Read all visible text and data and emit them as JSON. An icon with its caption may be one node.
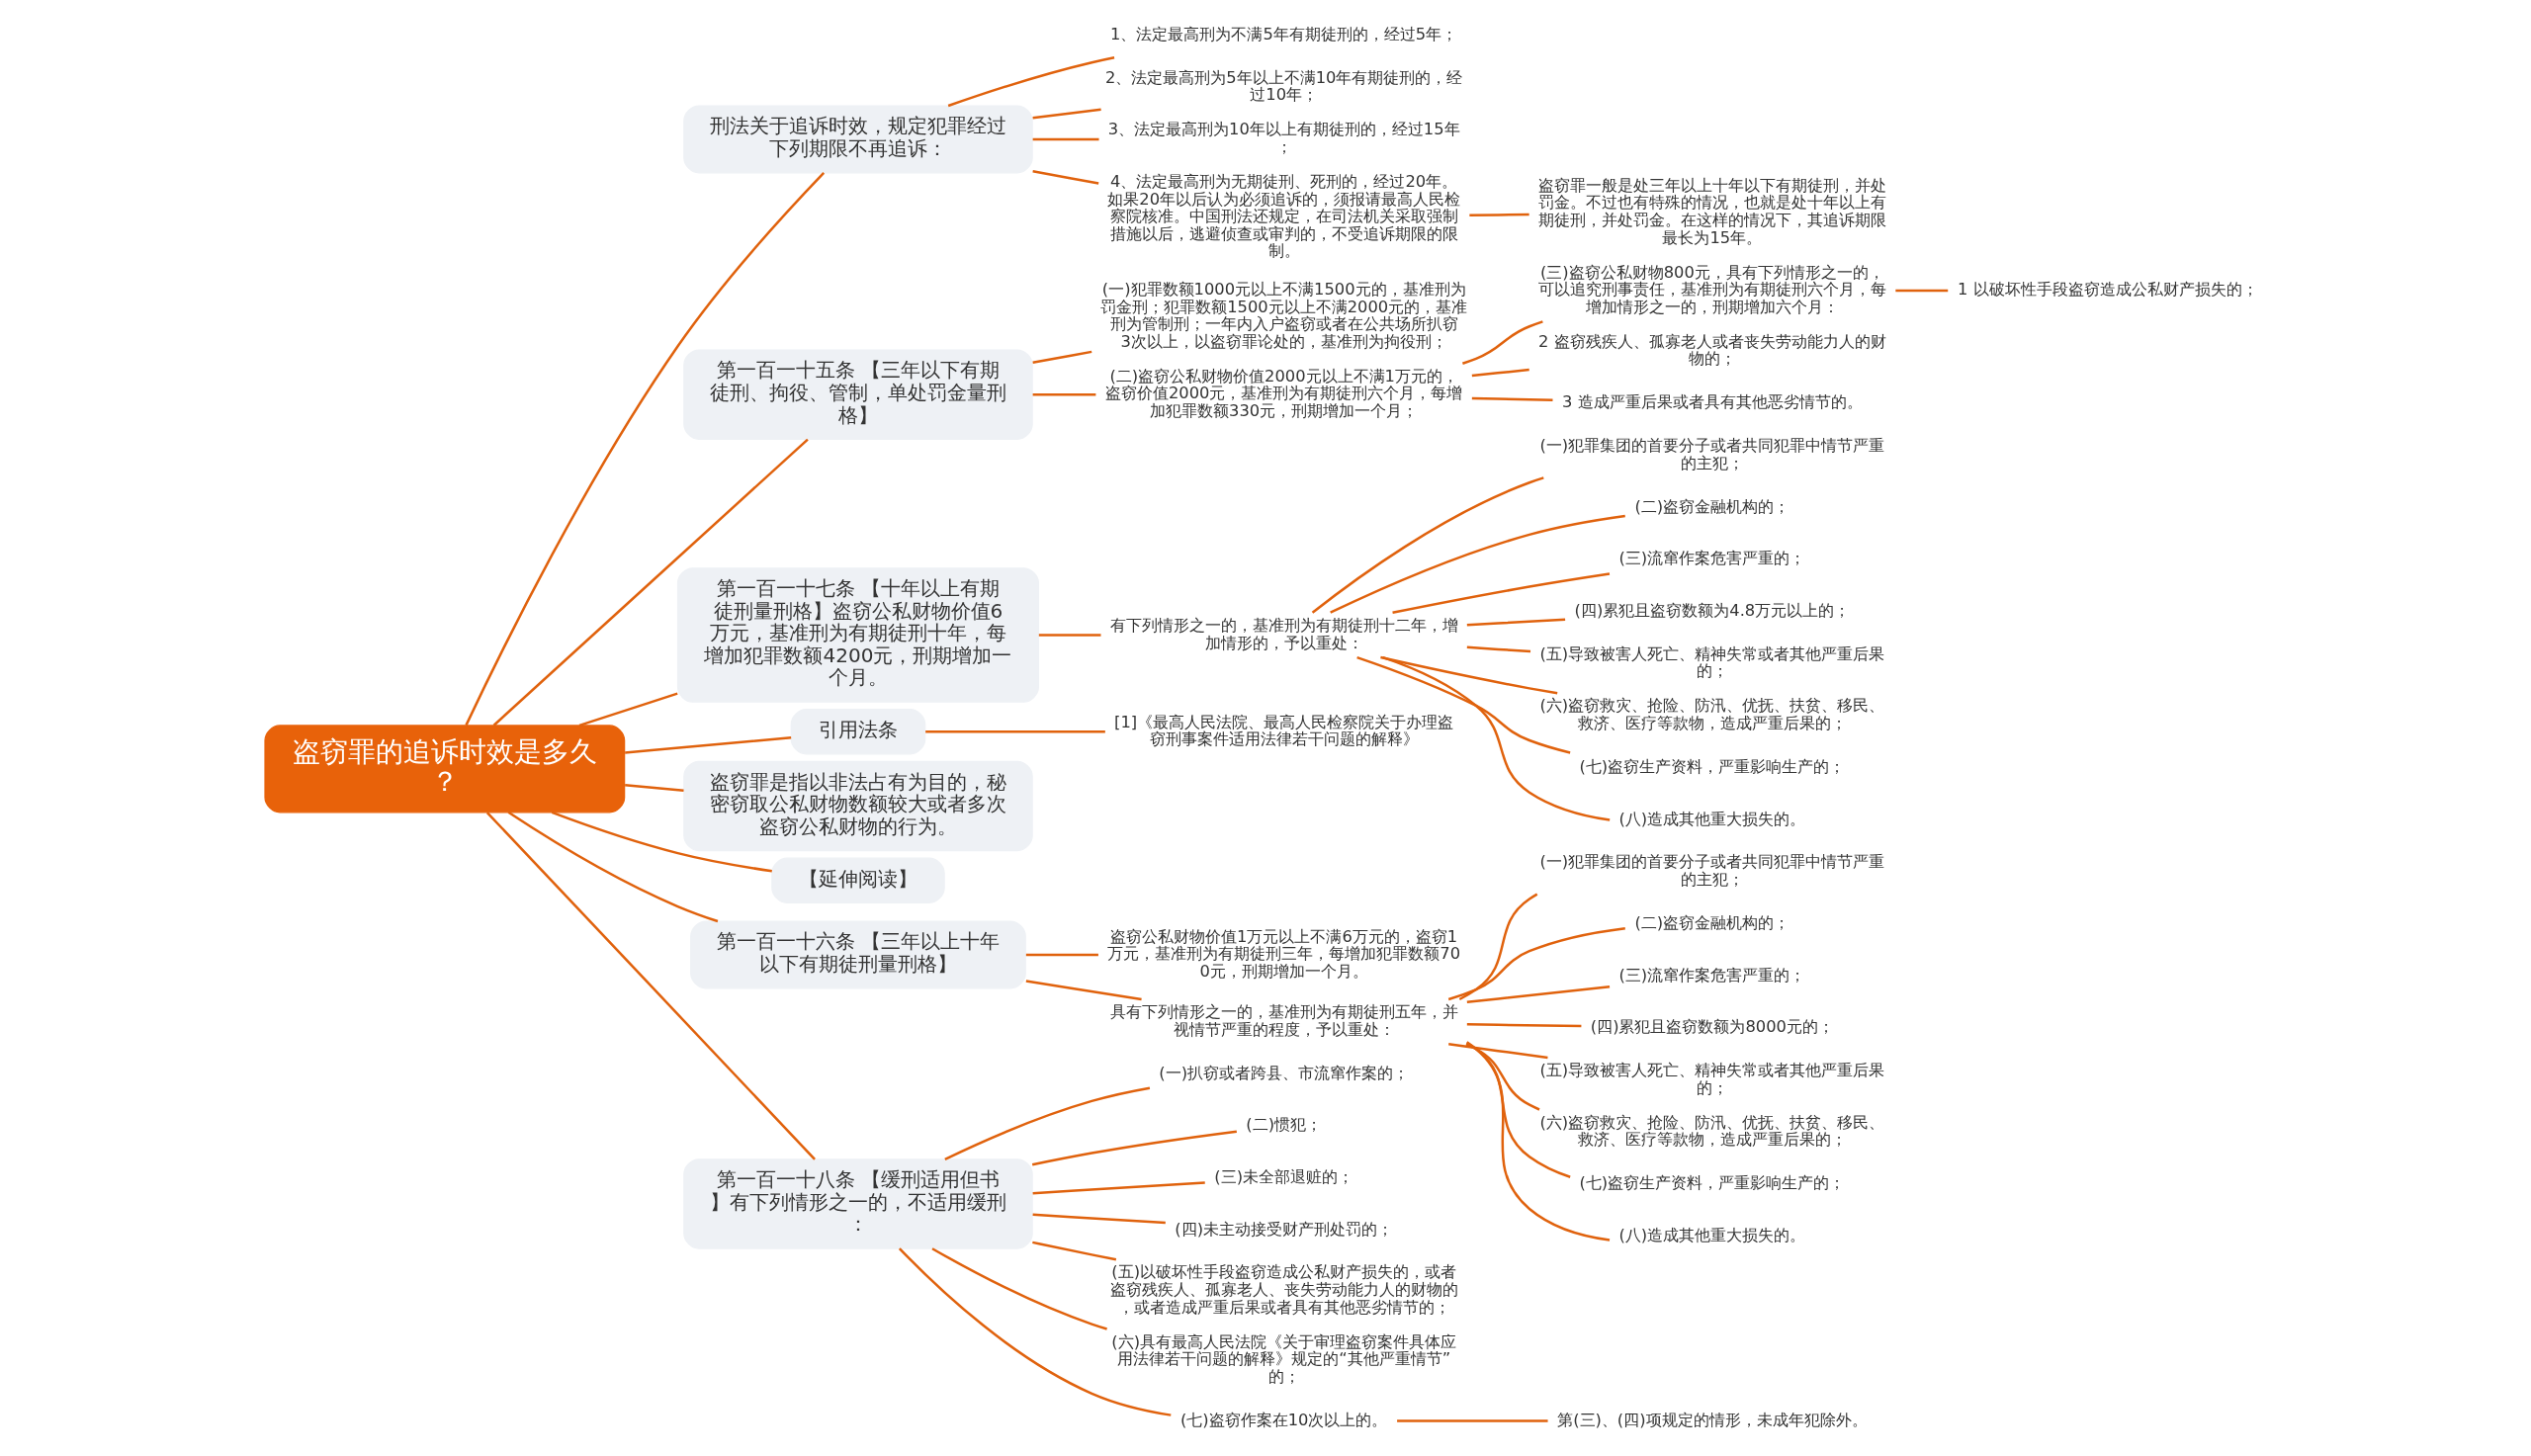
{
  "diagram": {
    "nodes": [
      {
        "text": [
          "盗窃罪的追诉时效是多久？"
        ]
      },
      {
        "text": [
          "刑法关于追诉时效，规定犯罪经过下列期限不再追诉："
        ]
      },
      {
        "text": [
          "1、法定最高刑为不满5年有期徒刑的，经过5年；"
        ]
      },
      {
        "text": [
          "2、法定最高刑为5年以上不满10年有期徒刑的，经过10年；"
        ]
      },
      {
        "text": [
          "3、法定最高刑为10年以上有期徒刑的，经过15年；"
        ]
      },
      {
        "text": [
          "4、法定最高刑为无期徒刑、死刑的，经过20年。如果20年以后认为必须追诉的，须报请最高人民检察院核准。中国刑法还规定，在司法机关采取强制措施以后，逃避侦查或审判的，不受追诉期限的限制。"
        ]
      },
      {
        "text": [
          "盗窃罪一般是处三年以上十年以下有期徒刑，并处罚金。不过也有特殊的情况，也就是处十年以上有期徒刑，并处罚金。在这样的情况下，其追诉期限最长为15年。"
        ]
      },
      {
        "text": [
          "第一百一十五条 【三年以下有期徒刑、拘役、管制，单处罚金量刑格】"
        ]
      },
      {
        "text": [
          "(一)犯罪数额1000元以上不满1500元的，基准刑为罚金刑；犯罪数额1500元以上不满2000元的，基准刑为管制刑；一年内入户盗窃或者在公共场所扒窃3次以上，以盗窃罪论处的，基准刑为拘役刑；"
        ]
      },
      {
        "text": [
          "(二)盗窃公私财物价值2000元以上不满1万元的，盗窃价值2000元，基准刑为有期徒刑六个月，每增加犯罪数额330元，刑期增加一个月；"
        ]
      },
      {
        "text": [
          "(三)盗窃公私财物800元，具有下列情形之一的，可以追究刑事责任，基准刑为有期徒刑六个月，每增加情形之一的，刑期增加六个月："
        ]
      },
      {
        "text": [
          "1 以破坏性手段盗窃造成公私财产损失的；"
        ]
      },
      {
        "text": [
          "2 盗窃残疾人、孤寡老人或者丧失劳动能力人的财物的；"
        ]
      },
      {
        "text": [
          "3 造成严重后果或者具有其他恶劣情节的。"
        ]
      },
      {
        "text": [
          "第一百一十七条 【十年以上有期徒刑量刑格】盗窃公私财物价值6万元，基准刑为有期徒刑十年，每增加犯罪数额4200元，刑期增加一个月。"
        ]
      },
      {
        "text": [
          "有下列情形之一的，基准刑为有期徒刑十二年，增加情形的，予以重处："
        ]
      },
      {
        "text": [
          "(一)犯罪集团的首要分子或者共同犯罪中情节严重的主犯；"
        ]
      },
      {
        "text": [
          "(二)盗窃金融机构的；"
        ]
      },
      {
        "text": [
          "(三)流窜作案危害严重的；"
        ]
      },
      {
        "text": [
          "(四)累犯且盗窃数额为4.8万元以上的；"
        ]
      },
      {
        "text": [
          "(五)导致被害人死亡、精神失常或者其他严重后果的；"
        ]
      },
      {
        "text": [
          "(六)盗窃救灾、抢险、防汛、优抚、扶贫、移民、救济、医疗等款物，造成严重后果的；"
        ]
      },
      {
        "text": [
          "(七)盗窃生产资料，严重影响生产的；"
        ]
      },
      {
        "text": [
          "(八)造成其他重大损失的。"
        ]
      },
      {
        "text": [
          "引用法条"
        ]
      },
      {
        "text": [
          "[1]《最高人民法院、最高人民检察院关于办理盗窃刑事案件适用法律若干问题的解释》"
        ]
      },
      {
        "text": [
          "盗窃罪是指以非法占有为目的，秘密窃取公私财物数额较大或者多次盗窃公私财物的行为。"
        ]
      },
      {
        "text": [
          "【延伸阅读】"
        ]
      },
      {
        "text": [
          "第一百一十六条 【三年以上十年以下有期徒刑量刑格】"
        ]
      },
      {
        "text": [
          "盗窃公私财物价值1万元以上不满6万元的，盗窃1万元，基准刑为有期徒刑三年，每增加犯罪数额700元，刑期增加一个月。"
        ]
      },
      {
        "text": [
          "具有下列情形之一的，基准刑为有期徒刑五年，并视情节严重的程度，予以重处："
        ]
      },
      {
        "text": [
          "(一)犯罪集团的首要分子或者共同犯罪中情节严重的主犯；"
        ]
      },
      {
        "text": [
          "(二)盗窃金融机构的；"
        ]
      },
      {
        "text": [
          "(三)流窜作案危害严重的；"
        ]
      },
      {
        "text": [
          "(四)累犯且盗窃数额为8000元的；"
        ]
      },
      {
        "text": [
          "(五)导致被害人死亡、精神失常或者其他严重后果的；"
        ]
      },
      {
        "text": [
          "(六)盗窃救灾、抢险、防汛、优抚、扶贫、移民、救济、医疗等款物，造成严重后果的；"
        ]
      },
      {
        "text": [
          "(七)盗窃生产资料，严重影响生产的；"
        ]
      },
      {
        "text": [
          "(八)造成其他重大损失的。"
        ]
      },
      {
        "text": [
          "第一百一十八条 【缓刑适用但书】有下列情形之一的，不适用缓刑："
        ]
      },
      {
        "text": [
          "(一)扒窃或者跨县、市流窜作案的；"
        ]
      },
      {
        "text": [
          "(二)惯犯；"
        ]
      },
      {
        "text": [
          "(三)未全部退赃的；"
        ]
      },
      {
        "text": [
          "(四)未主动接受财产刑处罚的；"
        ]
      },
      {
        "text": [
          "(五)以破坏性手段盗窃造成公私财产损失的，或者盗窃残疾人、孤寡老人、丧失劳动能力人的财物的，或者造成严重后果或者具有其他恶劣情节的；"
        ]
      },
      {
        "text": [
          "(六)具有最高人民法院《关于审理盗窃案件具体应用法律若干问题的解释》规定的“其他严重情节”的；"
        ]
      },
      {
        "text": [
          "(七)盗窃作案在10次以上的。"
        ]
      },
      {
        "text": [
          "第(三)、(四)项规定的情形，未成年犯除外。"
        ]
      }
    ],
    "edges": [
      {
        "from": 0,
        "to": 1,
        "arrow": "none"
      },
      {
        "from": 1,
        "to": 2,
        "arrow": "none"
      },
      {
        "from": 1,
        "to": 3,
        "arrow": "none"
      },
      {
        "from": 1,
        "to": 4,
        "arrow": "none"
      },
      {
        "from": 1,
        "to": 5,
        "arrow": "none"
      },
      {
        "from": 5,
        "to": 6,
        "arrow": "none"
      },
      {
        "from": 0,
        "to": 7,
        "arrow": "none"
      },
      {
        "from": 7,
        "to": 8,
        "arrow": "none"
      },
      {
        "from": 7,
        "to": 9,
        "arrow": "none"
      },
      {
        "from": 9,
        "to": 10,
        "arrow": "none"
      },
      {
        "from": 10,
        "to": 11,
        "arrow": "none"
      },
      {
        "from": 9,
        "to": 12,
        "arrow": "none"
      },
      {
        "from": 9,
        "to": 13,
        "arrow": "none"
      },
      {
        "from": 0,
        "to": 14,
        "arrow": "none"
      },
      {
        "from": 14,
        "to": 15,
        "arrow": "none"
      },
      {
        "from": 15,
        "to": 16,
        "arrow": "none"
      },
      {
        "from": 15,
        "to": 17,
        "arrow": "none"
      },
      {
        "from": 15,
        "to": 18,
        "arrow": "none"
      },
      {
        "from": 15,
        "to": 19,
        "arrow": "none"
      },
      {
        "from": 15,
        "to": 20,
        "arrow": "none"
      },
      {
        "from": 15,
        "to": 21,
        "arrow": "none"
      },
      {
        "from": 15,
        "to": 22,
        "arrow": "none"
      },
      {
        "from": 15,
        "to": 23,
        "arrow": "none"
      },
      {
        "from": 0,
        "to": 24,
        "arrow": "none"
      },
      {
        "from": 24,
        "to": 25,
        "arrow": "none"
      },
      {
        "from": 0,
        "to": 26,
        "arrow": "none"
      },
      {
        "from": 0,
        "to": 27,
        "arrow": "none"
      },
      {
        "from": 0,
        "to": 28,
        "arrow": "none"
      },
      {
        "from": 28,
        "to": 29,
        "arrow": "none"
      },
      {
        "from": 28,
        "to": 30,
        "arrow": "none"
      },
      {
        "from": 30,
        "to": 31,
        "arrow": "none"
      },
      {
        "from": 30,
        "to": 32,
        "arrow": "none"
      },
      {
        "from": 30,
        "to": 33,
        "arrow": "none"
      },
      {
        "from": 30,
        "to": 34,
        "arrow": "none"
      },
      {
        "from": 30,
        "to": 35,
        "arrow": "none"
      },
      {
        "from": 30,
        "to": 36,
        "arrow": "none"
      },
      {
        "from": 30,
        "to": 37,
        "arrow": "none"
      },
      {
        "from": 30,
        "to": 38,
        "arrow": "none"
      },
      {
        "from": 0,
        "to": 39,
        "arrow": "none"
      },
      {
        "from": 39,
        "to": 40,
        "arrow": "none"
      },
      {
        "from": 39,
        "to": 41,
        "arrow": "none"
      },
      {
        "from": 39,
        "to": 42,
        "arrow": "none"
      },
      {
        "from": 39,
        "to": 43,
        "arrow": "none"
      },
      {
        "from": 39,
        "to": 44,
        "arrow": "none"
      },
      {
        "from": 39,
        "to": 45,
        "arrow": "none"
      },
      {
        "from": 39,
        "to": 46,
        "arrow": "none"
      },
      {
        "from": 46,
        "to": 47,
        "arrow": "none"
      }
    ]
  }
}
